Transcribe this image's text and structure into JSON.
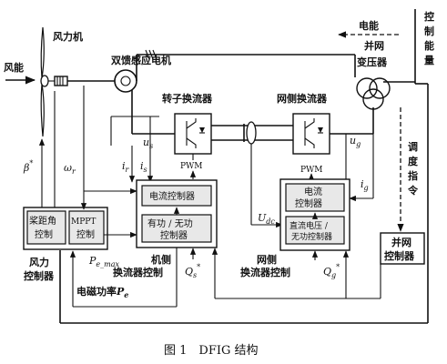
{
  "labels": {
    "wind_energy": "风能",
    "wind_turbine": "风力机",
    "dfig": "双馈感应电机",
    "rotor_converter": "转子换流器",
    "grid_converter": "网侧换流器",
    "electric_energy": "电能",
    "grid_transformer_l1": "并网",
    "grid_transformer_l2": "变压器",
    "control_energy": [
      "控",
      "制",
      "能",
      "量"
    ],
    "dispatch_command": [
      "调",
      "度",
      "指",
      "令"
    ],
    "pwm_rotor": "PWM",
    "pwm_grid": "PWM",
    "current_ctrl_rotor": "电流控制器",
    "pq_ctrl_l1": "有功 / 无功",
    "pq_ctrl_l2": "控制器",
    "current_ctrl_grid_l1": "电流",
    "current_ctrl_grid_l2": "控制器",
    "dc_ctrl_l1": "直流电压 /",
    "dc_ctrl_l2": "无功控制器",
    "pitch_ctrl_l1": "桨距角",
    "pitch_ctrl_l2": "控制",
    "mppt_l1": "MPPT",
    "mppt_l2": "控制",
    "grid_conn_ctrl_l1": "并网",
    "grid_conn_ctrl_l2": "控制器",
    "wind_ctrl_l1": "风力",
    "wind_ctrl_l2": "控制器",
    "machine_side_ctrl_l1": "机侧",
    "machine_side_ctrl_l2": "换流器控制",
    "grid_side_ctrl_l1": "网侧",
    "grid_side_ctrl_l2": "换流器控制",
    "em_power": "电磁功率",
    "caption": "图 1　DFIG 结构"
  },
  "symbols": {
    "us": "u",
    "us_sub": "s",
    "ug": "u",
    "ug_sub": "g",
    "ir": "i",
    "ir_sub": "r",
    "is": "i",
    "is_sub": "s",
    "ig": "i",
    "ig_sub": "g",
    "udc": "U",
    "udc_sub": "dc",
    "beta": "β",
    "beta_sup": "*",
    "omega": "ω",
    "omega_sub": "r",
    "pemax": "P",
    "pemax_sub": "e_max",
    "qs": "Q",
    "qs_sub": "s",
    "qs_sup": "*",
    "qg": "Q",
    "qg_sub": "g",
    "qg_sup": "*",
    "pe": "P",
    "pe_sub": "e"
  }
}
